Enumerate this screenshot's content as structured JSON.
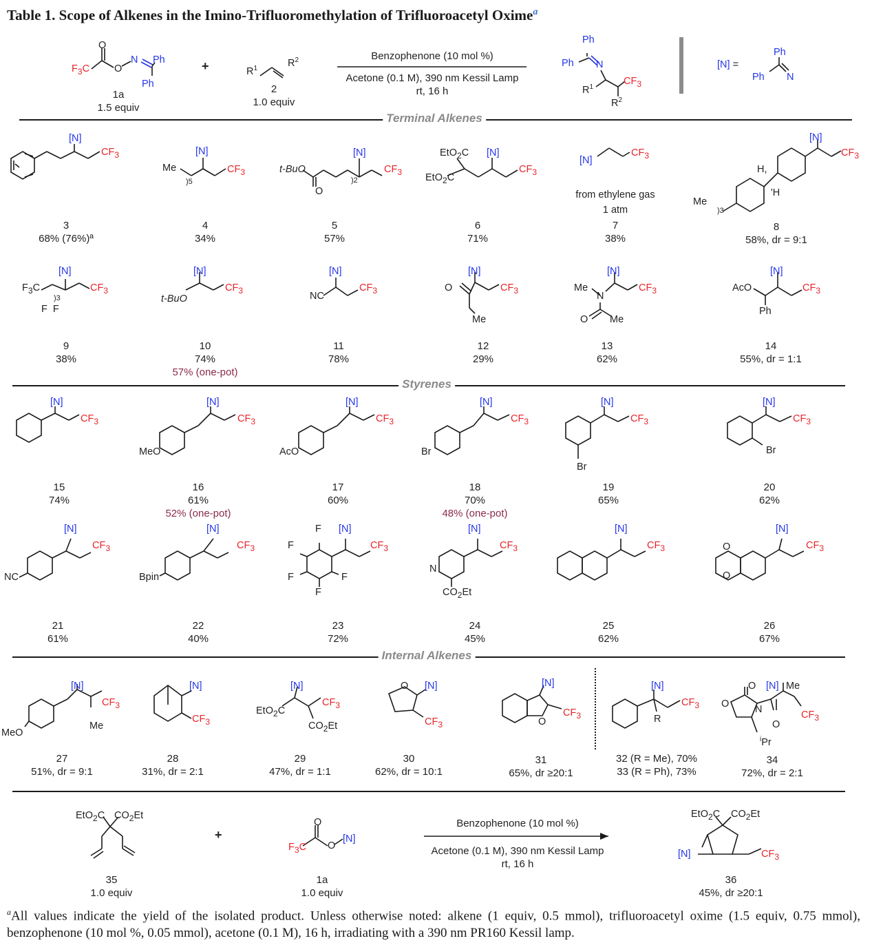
{
  "title": {
    "text": "Table 1. Scope of Alkenes in the Imino-Trifluoromethylation of Trifluoroacetyl Oxime",
    "footnote_mark": "a"
  },
  "general_scheme": {
    "reagent_1": {
      "number": "1a",
      "equiv": "1.5 equiv"
    },
    "plus": "+",
    "reagent_2": {
      "number": "2",
      "equiv": "1.0 equiv"
    },
    "conditions_top": "Benzophenone (10 mol %)",
    "conditions_bottom": [
      "Acetone (0.1 M), 390 nm Kessil Lamp",
      "rt, 16 h"
    ],
    "definition": "[N] ="
  },
  "sections": {
    "terminal": "Terminal  Alkenes",
    "styrenes": "Styrenes",
    "internal": "Internal Alkenes"
  },
  "products": [
    {
      "id": "3",
      "yield": "68% (76%)ª"
    },
    {
      "id": "4",
      "yield": "34%"
    },
    {
      "id": "5",
      "yield": "57%"
    },
    {
      "id": "6",
      "yield": "71%"
    },
    {
      "id": "7",
      "yield": "38%",
      "note": [
        "from ethylene gas",
        "1 atm"
      ]
    },
    {
      "id": "8",
      "yield": "58%, dr = 9:1"
    },
    {
      "id": "9",
      "yield": "38%"
    },
    {
      "id": "10",
      "yield": "74%",
      "extra": "57% (one-pot)"
    },
    {
      "id": "11",
      "yield": "78%"
    },
    {
      "id": "12",
      "yield": "29%"
    },
    {
      "id": "13",
      "yield": "62%"
    },
    {
      "id": "14",
      "yield": "55%, dr = 1:1"
    },
    {
      "id": "15",
      "yield": "74%"
    },
    {
      "id": "16",
      "yield": "61%",
      "extra": "52% (one-pot)"
    },
    {
      "id": "17",
      "yield": "60%"
    },
    {
      "id": "18",
      "yield": "70%",
      "extra": "48% (one-pot)"
    },
    {
      "id": "19",
      "yield": "65%"
    },
    {
      "id": "20",
      "yield": "62%"
    },
    {
      "id": "21",
      "yield": "61%"
    },
    {
      "id": "22",
      "yield": "40%"
    },
    {
      "id": "23",
      "yield": "72%"
    },
    {
      "id": "24",
      "yield": "45%"
    },
    {
      "id": "25",
      "yield": "62%"
    },
    {
      "id": "26",
      "yield": "67%"
    },
    {
      "id": "27",
      "yield": "51%, dr = 9:1"
    },
    {
      "id": "28",
      "yield": "31%, dr = 2:1"
    },
    {
      "id": "29",
      "yield": "47%, dr = 1:1"
    },
    {
      "id": "30",
      "yield": "62%, dr = 10:1"
    },
    {
      "id": "31",
      "yield": "65%, dr ≥20:1"
    },
    {
      "id": "32",
      "yield": "32 (R = Me), 70%"
    },
    {
      "id": "33",
      "yield": "33 (R = Ph), 73%"
    },
    {
      "id": "34",
      "yield": "72%, dr = 2:1"
    }
  ],
  "diene_scheme": {
    "reagent_35": {
      "number": "35",
      "equiv": "1.0 equiv"
    },
    "plus": "+",
    "reagent_1a": {
      "number": "1a",
      "equiv": "1.0 equiv"
    },
    "conditions_top": "Benzophenone (10 mol %)",
    "conditions_bottom": [
      "Acetone (0.1 M), 390 nm Kessil Lamp",
      "rt, 16 h"
    ],
    "product": {
      "number": "36",
      "yield": "45%, dr ≥20:1"
    }
  },
  "footnote": {
    "mark": "a",
    "text": "All values indicate the yield of the isolated product. Unless otherwise noted: alkene (1 equiv, 0.5 mmol), trifluoroacetyl oxime (1.5 equiv, 0.75 mmol), benzophenone (10 mol %, 0.05 mmol), acetone (0.1 M), 16 h, irradiating with a 390 nm PR160 Kessil lamp."
  },
  "colors": {
    "cf3": "#e8242a",
    "imine_n": "#2435e8",
    "one_pot": "#8a2a4c",
    "section_label": "#8a8a8a"
  }
}
